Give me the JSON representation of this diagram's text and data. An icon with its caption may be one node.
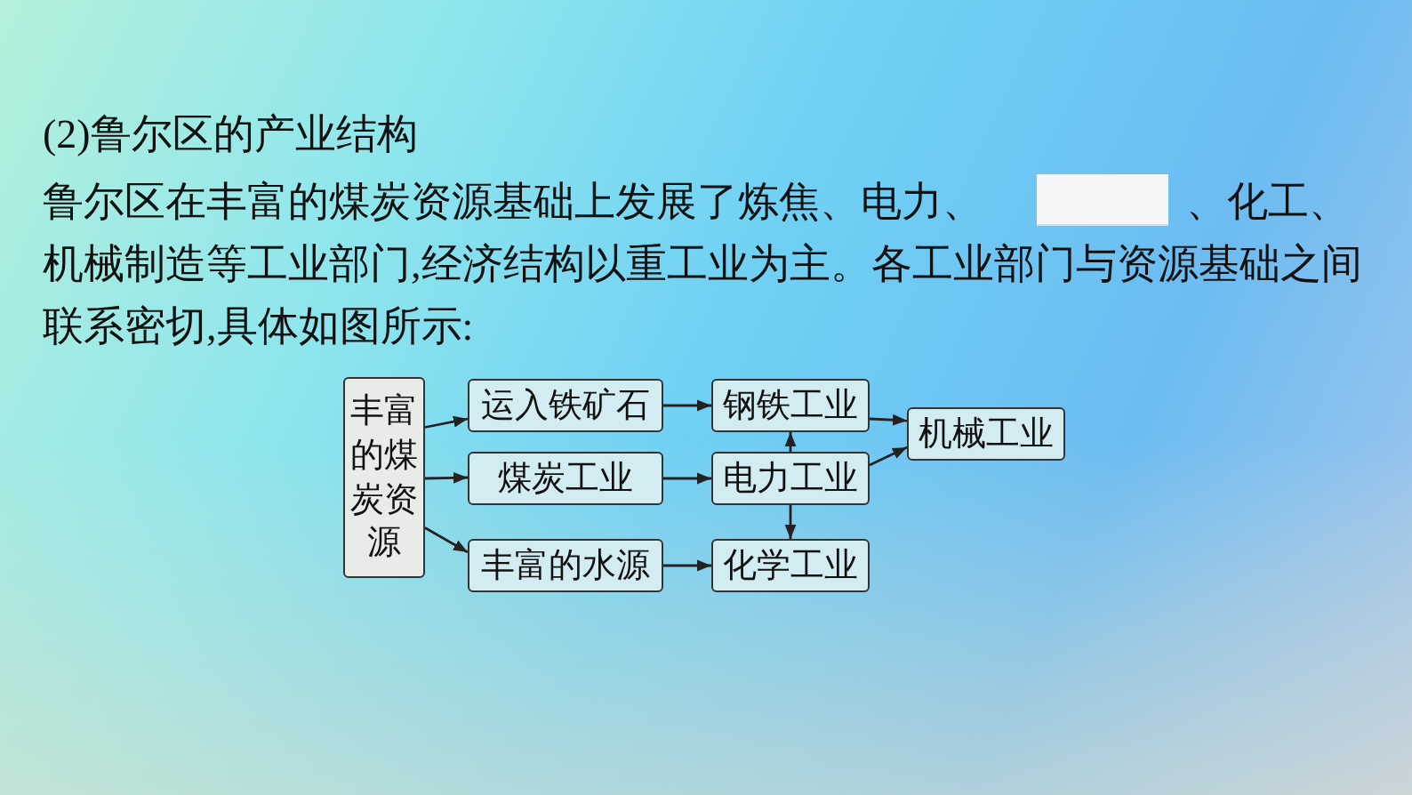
{
  "diagram": {
    "title": "(2)鲁尔区的产业结构",
    "nodes": [
      {
        "text": [
          "丰富的煤炭资源"
        ]
      },
      {
        "text": [
          "运入铁矿石"
        ]
      },
      {
        "text": [
          "煤炭工业"
        ]
      },
      {
        "text": [
          "丰富的水源"
        ]
      },
      {
        "text": [
          "钢铁工业"
        ]
      },
      {
        "text": [
          "电力工业"
        ]
      },
      {
        "text": [
          "化学工业"
        ]
      },
      {
        "text": [
          "机械工业"
        ]
      }
    ],
    "edges": [
      {
        "from": 0,
        "to": 1,
        "arrow": "to"
      },
      {
        "from": 0,
        "to": 2,
        "arrow": "to"
      },
      {
        "from": 0,
        "to": 3,
        "arrow": "to"
      },
      {
        "from": 1,
        "to": 4,
        "arrow": "to"
      },
      {
        "from": 2,
        "to": 5,
        "arrow": "to"
      },
      {
        "from": 3,
        "to": 6,
        "arrow": "to"
      },
      {
        "from": 5,
        "to": 4,
        "arrow": "to"
      },
      {
        "from": 5,
        "to": 6,
        "arrow": "to"
      },
      {
        "from": 4,
        "to": 7,
        "arrow": "to"
      },
      {
        "from": 5,
        "to": 7,
        "arrow": "to"
      }
    ],
    "labels": [
      "鲁尔区在丰富的煤炭资源基础上发展了炼焦、电力、",
      "、化工、机械制造等工业部门,经济结构以重工业为主。各工业部门与资源基础之间联系密切,具体如图所示:"
    ]
  }
}
